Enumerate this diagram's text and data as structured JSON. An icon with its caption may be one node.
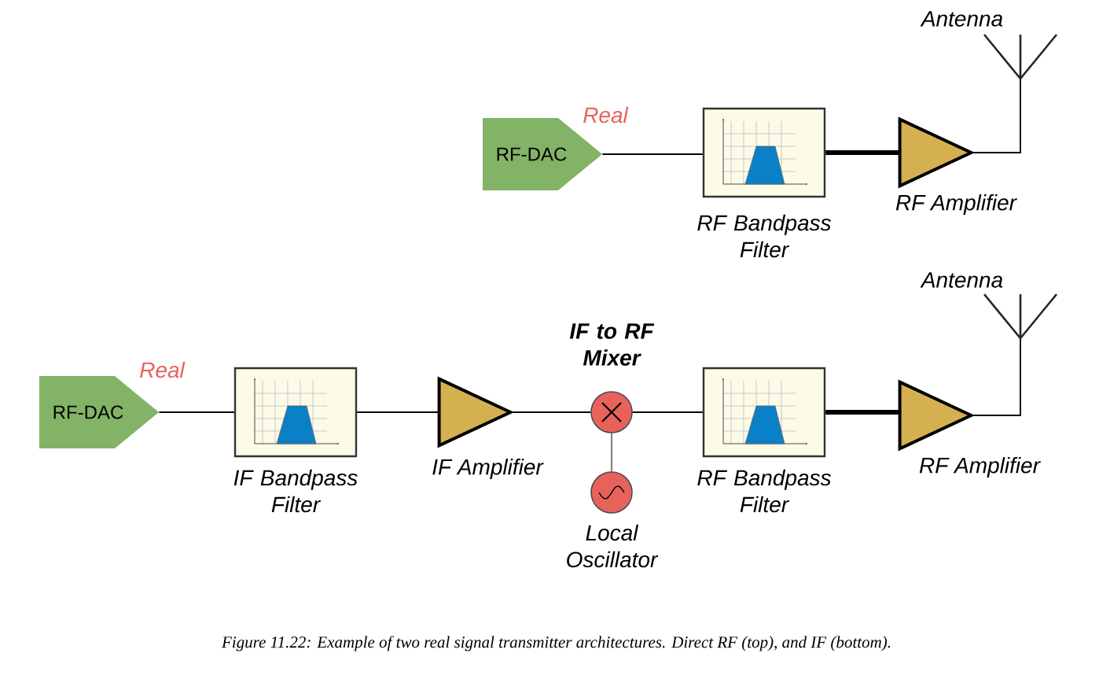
{
  "diagram": {
    "caption": "Figure 11.22:  Example of two real signal transmitter architectures. Direct RF (top), and IF (bottom).",
    "nodes": [
      {
        "text": [
          "RF-DAC"
        ],
        "beside": [
          "Real"
        ]
      },
      {
        "text": [
          "RF Bandpass Filter"
        ]
      },
      {
        "text": [
          "RF Amplifier"
        ]
      },
      {
        "text": [
          "Antenna"
        ]
      },
      {
        "text": [
          "RF-DAC"
        ],
        "beside": [
          "Real"
        ]
      },
      {
        "text": [
          "IF Bandpass Filter"
        ]
      },
      {
        "text": [
          "IF Amplifier"
        ]
      },
      {
        "text": [
          "IF to RF Mixer"
        ]
      },
      {
        "text": [
          "Local Oscillator"
        ]
      },
      {
        "text": [
          "RF Bandpass Filter"
        ]
      },
      {
        "text": [
          "RF Amplifier"
        ]
      },
      {
        "text": [
          "Antenna"
        ]
      }
    ],
    "edges": [
      {
        "from": 0,
        "to": 1,
        "arrow": "none"
      },
      {
        "from": 1,
        "to": 2,
        "arrow": "none",
        "style": "thick"
      },
      {
        "from": 2,
        "to": 3,
        "arrow": "none"
      },
      {
        "from": 4,
        "to": 5,
        "arrow": "none"
      },
      {
        "from": 5,
        "to": 6,
        "arrow": "none"
      },
      {
        "from": 6,
        "to": 7,
        "arrow": "none"
      },
      {
        "from": 8,
        "to": 7,
        "arrow": "none",
        "color": "#707070"
      },
      {
        "from": 7,
        "to": 9,
        "arrow": "none"
      },
      {
        "from": 9,
        "to": 10,
        "arrow": "none",
        "style": "thick"
      },
      {
        "from": 10,
        "to": 11,
        "arrow": "none"
      }
    ]
  }
}
